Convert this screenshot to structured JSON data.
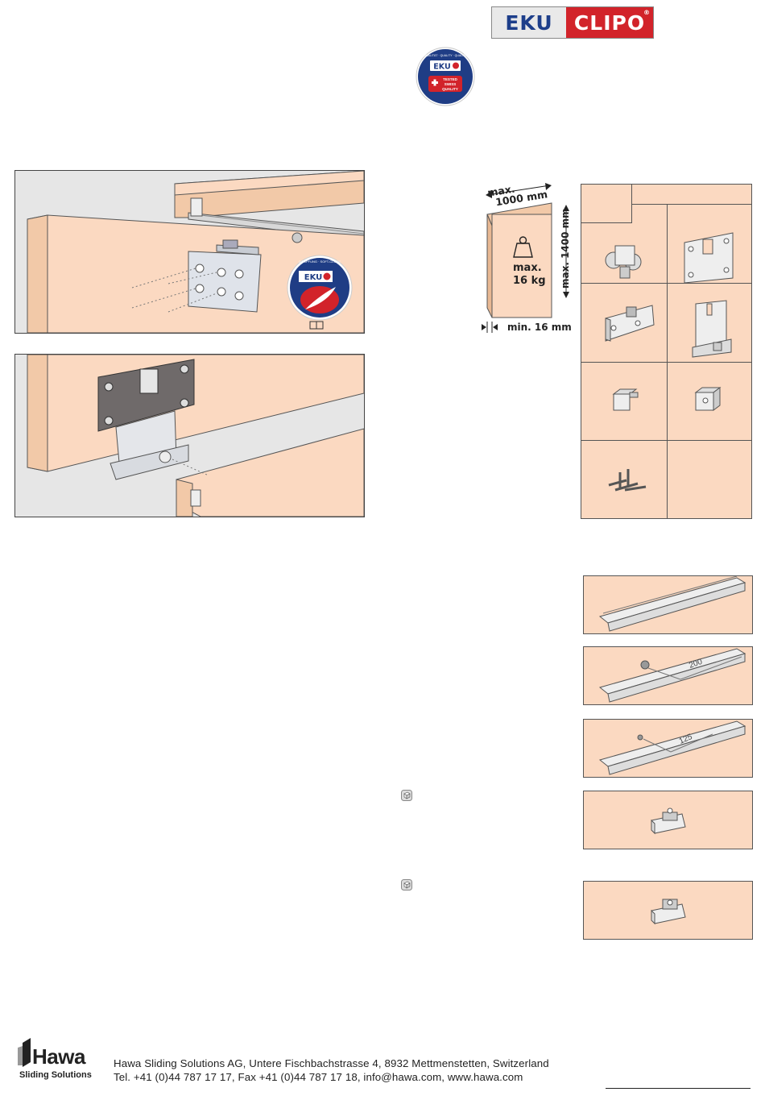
{
  "brand": {
    "left": "EKU",
    "right": "CLIPO",
    "reg": "®"
  },
  "seal": {
    "top_text": "QUALITÄT · QUALITY · QUALITÉ",
    "logo": "EKU",
    "badge_lines": [
      "TESTED",
      "SWISS",
      "QUALITY"
    ]
  },
  "panel1": {
    "damping_seal": {
      "logo": "EKU",
      "ring_text": "DÄMPFUNG · SOFT-CLOSE · AMORTISSEMENT",
      "icon": "feather-icon"
    },
    "manual_icon": "book-icon"
  },
  "door_spec": {
    "width": "max. 1000 mm",
    "width_line1": "max.",
    "width_line2": "1000 mm",
    "height": "max. 1400 mm",
    "weight_line1": "max.",
    "weight_line2": "16 kg",
    "thickness": "min. 16 mm",
    "weight_icon": "weight-icon"
  },
  "grid_items": [
    "roller-carriage-icon",
    "mounting-plate-icon",
    "angle-bracket-icon",
    "bottom-guide-bracket-icon",
    "stopper-icon",
    "guide-block-icon",
    "screws-icon"
  ],
  "product_boxes": [
    {
      "kind": "track",
      "dimension": ""
    },
    {
      "kind": "track-drilled",
      "dimension": "200"
    },
    {
      "kind": "track-drilled",
      "dimension": "125"
    },
    {
      "kind": "floor-guide",
      "dimension": ""
    },
    {
      "kind": "floor-guide",
      "dimension": ""
    }
  ],
  "side_icons": [
    "cube-icon",
    "cube-icon"
  ],
  "footer": {
    "logo_name": "Hawa",
    "logo_sub": "Sliding Solutions",
    "address": "Hawa Sliding Solutions AG, Untere Fischbachstrasse 4, 8932 Mettmenstetten, Switzerland",
    "contact": "Tel. +41 (0)44 787 17 17, Fax +41 (0)44 787 17 18, info@hawa.com, www.hawa.com"
  },
  "colors": {
    "wood": "#fbd9c1",
    "wood_dark": "#f2c9a8",
    "brand_blue": "#1d3e8a",
    "brand_red": "#d2232a",
    "seal_blue": "#1f3d85"
  }
}
